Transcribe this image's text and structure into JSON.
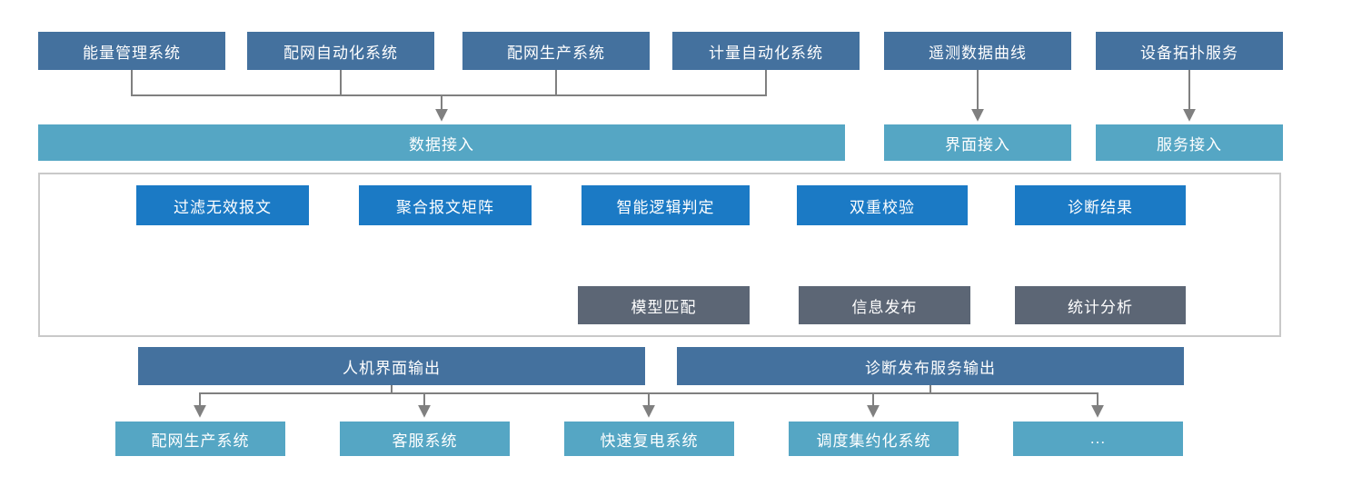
{
  "colors": {
    "dark-blue": "#44719e",
    "teal": "#55a6c4",
    "bright-blue": "#1b7ac5",
    "slate-gray": "#5c6675",
    "connector": "#808080",
    "frame-border": "#c9c9c9"
  },
  "source_systems": [
    "能量管理系统",
    "配网自动化系统",
    "配网生产系统",
    "计量自动化系统",
    "遥测数据曲线",
    "设备拓扑服务"
  ],
  "access_layer": {
    "data": "数据接入",
    "interface": "界面接入",
    "service": "服务接入"
  },
  "processing_flow": [
    "过滤无效报文",
    "聚合报文矩阵",
    "智能逻辑判定",
    "双重校验",
    "诊断结果"
  ],
  "result_functions": [
    "模型匹配",
    "信息发布",
    "统计分析"
  ],
  "output_headers": {
    "hmi": "人机界面输出",
    "diagnosis_service": "诊断发布服务输出"
  },
  "target_systems": [
    "配网生产系统",
    "客服系统",
    "快速复电系统",
    "调度集约化系统",
    "..."
  ]
}
